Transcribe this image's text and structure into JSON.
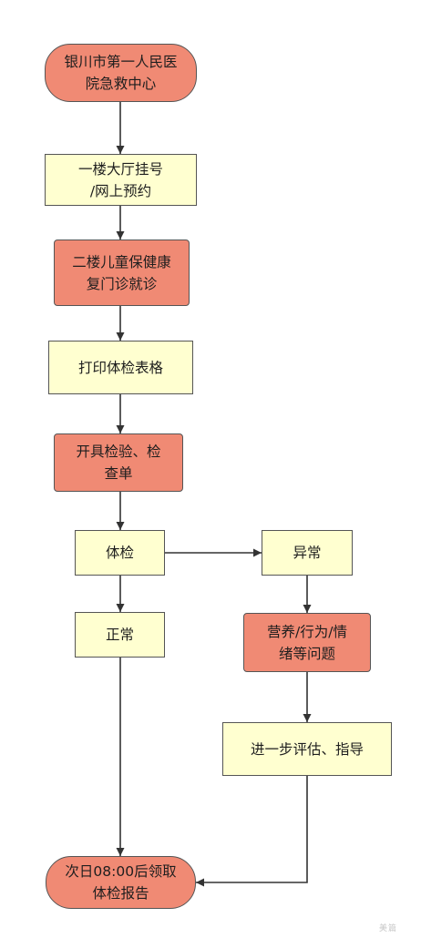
{
  "nodes": {
    "n1": {
      "label": "银川市第一人民医\n院急救中心",
      "kind": "terminal",
      "fill": "#f08a74"
    },
    "n2": {
      "label": "一楼大厅挂号\n/网上预约",
      "kind": "process",
      "fill": "#ffffd0"
    },
    "n3": {
      "label": "二楼儿童保健康\n复门诊就诊",
      "kind": "action",
      "fill": "#f08a74"
    },
    "n4": {
      "label": "打印体检表格",
      "kind": "process",
      "fill": "#ffffd0"
    },
    "n5": {
      "label": "开具检验、检\n查单",
      "kind": "action",
      "fill": "#f08a74"
    },
    "n6": {
      "label": "体检",
      "kind": "process",
      "fill": "#ffffd0"
    },
    "n7": {
      "label": "异常",
      "kind": "process",
      "fill": "#ffffd0"
    },
    "n8": {
      "label": "正常",
      "kind": "process",
      "fill": "#ffffd0"
    },
    "n9": {
      "label": "营养/行为/情\n绪等问题",
      "kind": "action",
      "fill": "#f08a74"
    },
    "n10": {
      "label": "进一步评估、指导",
      "kind": "process",
      "fill": "#ffffd0"
    },
    "n11": {
      "label": "次日08:00后领取\n体检报告",
      "kind": "terminal",
      "fill": "#f08a74"
    }
  },
  "edges": [
    {
      "from": "n1",
      "to": "n2"
    },
    {
      "from": "n2",
      "to": "n3"
    },
    {
      "from": "n3",
      "to": "n4"
    },
    {
      "from": "n4",
      "to": "n5"
    },
    {
      "from": "n5",
      "to": "n6"
    },
    {
      "from": "n6",
      "to": "n7"
    },
    {
      "from": "n6",
      "to": "n8"
    },
    {
      "from": "n7",
      "to": "n9"
    },
    {
      "from": "n9",
      "to": "n10"
    },
    {
      "from": "n8",
      "to": "n11"
    },
    {
      "from": "n10",
      "to": "n11"
    }
  ],
  "watermark": "美篇"
}
